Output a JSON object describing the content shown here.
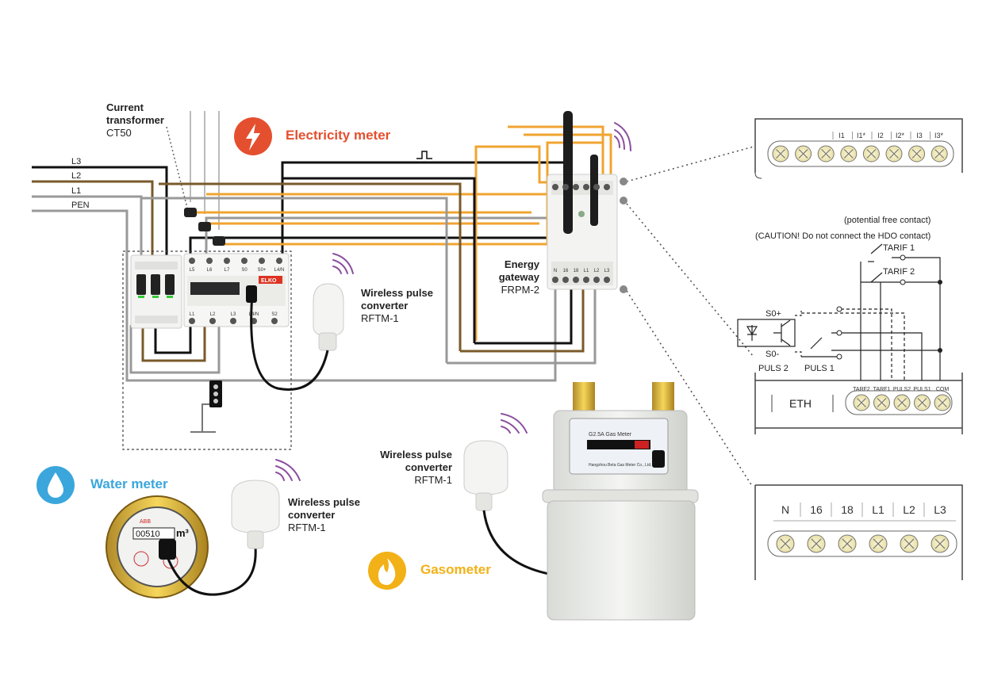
{
  "electricity": {
    "title": "Electricity meter",
    "ct_label_1": "Current",
    "ct_label_2": "transformer",
    "ct_model": "CT50",
    "phase_l3": "L3",
    "phase_l2": "L2",
    "phase_l1": "L1",
    "phase_pen": "PEN",
    "meter_top_terminals": [
      "L5",
      "L6",
      "L7",
      "S0",
      "S0+",
      "L4/N"
    ],
    "meter_bottom_terminals": [
      "L1",
      "L2",
      "L3",
      "L4/N",
      "S2"
    ],
    "meter_brand": "ELKO"
  },
  "converter_top": {
    "title_1": "Wireless pulse",
    "title_2": "converter",
    "model": "RFTM-1"
  },
  "gateway": {
    "title_1": "Energy",
    "title_2": "gateway",
    "model": "FRPM-2",
    "terminals": [
      "N",
      "16",
      "18",
      "L1",
      "L2",
      "L3"
    ]
  },
  "water": {
    "title": "Water meter",
    "reading": "00510",
    "unit": "m³",
    "brand": "ABB"
  },
  "converter_water": {
    "title_1": "Wireless pulse",
    "title_2": "converter",
    "model": "RFTM-1"
  },
  "converter_gas": {
    "title_1": "Wireless pulse",
    "title_2": "converter",
    "model": "RFTM-1"
  },
  "gas": {
    "title": "Gasometer",
    "meter_label": "G2.5A Gas Meter",
    "maker": "Hangzhou Beta Gas Meter Co., Ltd."
  },
  "panel_ct": {
    "terminals": [
      "I1",
      "I1*",
      "I2",
      "I2*",
      "I3",
      "I3*"
    ]
  },
  "panel_eth": {
    "note_1": "(potential free contact)",
    "note_2": "(CAUTION! Do not connect the HDO contact)",
    "tarif1": "TARIF 1",
    "tarif2": "TARIF 2",
    "s0_plus": "S0+",
    "s0_minus": "S0-",
    "puls2": "PULS 2",
    "puls1": "PULS 1",
    "eth": "ETH",
    "terminals": [
      "TARF2",
      "TARF1",
      "PULS2",
      "PULS1",
      "COM"
    ]
  },
  "panel_power": {
    "terminals": [
      "N",
      "16",
      "18",
      "L1",
      "L2",
      "L3"
    ]
  },
  "colors": {
    "red": "#e4502f",
    "blue": "#3aa6dc",
    "gold": "#f2b116",
    "orange_wire": "#f0a431",
    "brown_wire": "#7a5a2a",
    "gray_wire": "#999999",
    "black_wire": "#111111",
    "purple_waves": "#8c4f9e"
  }
}
